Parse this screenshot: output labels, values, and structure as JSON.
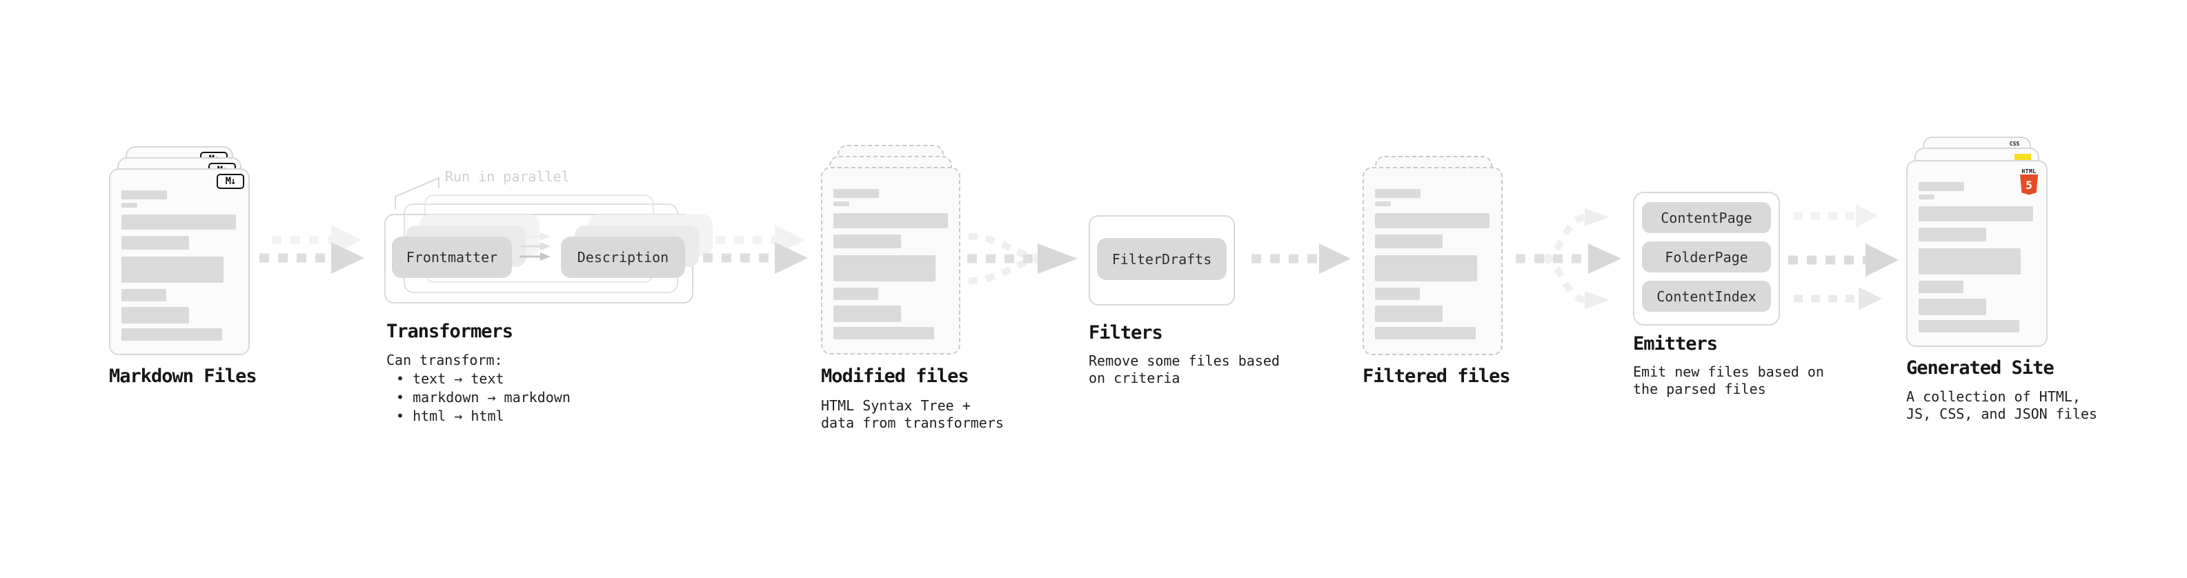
{
  "stages": [
    {
      "label": "Markdown Files",
      "badge": "M↓"
    },
    {
      "label": "Transformers",
      "annotation": "Run in parallel",
      "pills": [
        "Frontmatter",
        "Description"
      ],
      "desc": [
        "Can transform:",
        "• text → text",
        "• markdown → markdown",
        "• html → html"
      ]
    },
    {
      "label": "Modified files",
      "desc": [
        "HTML Syntax Tree +",
        "data from transformers"
      ]
    },
    {
      "label": "Filters",
      "pills": [
        "FilterDrafts"
      ],
      "desc": [
        "Remove some files based",
        "on criteria"
      ]
    },
    {
      "label": "Filtered files"
    },
    {
      "label": "Emitters",
      "pills": [
        "ContentPage",
        "FolderPage",
        "ContentIndex"
      ],
      "desc": [
        "Emit new files based on",
        "the parsed files"
      ]
    },
    {
      "label": "Generated Site",
      "badges": {
        "css": "CSS",
        "html_label": "HTML",
        "html_number": "5"
      },
      "desc": [
        "A collection of HTML,",
        "JS, CSS, and JSON files"
      ]
    }
  ],
  "colors": {
    "html5_orange": "#e44d26",
    "js_yellow": "#f7df1e",
    "css_blue": "#2962ff",
    "ink": "#1c1c1c",
    "muted_annotation": "#d0d0d0",
    "card_border": "#d8d8d8",
    "bar_gray": "#dadada"
  }
}
